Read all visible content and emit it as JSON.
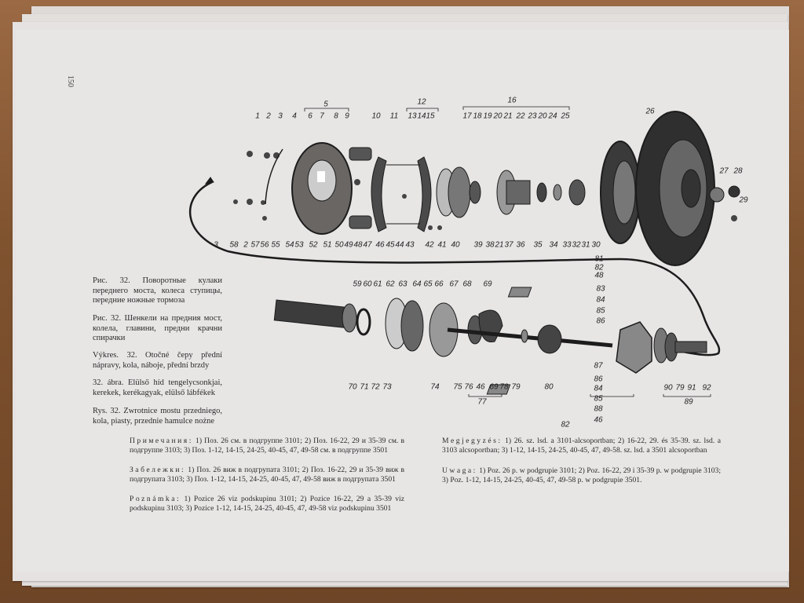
{
  "page_number": "150",
  "captions": [
    "Рис. 32. Поворотные кулаки переднего моста, колеса ступицы, передние ножные тормоза",
    "Рис. 32. Шенкели на предния мост, колела, главини, предни крачни спирачки",
    "Výkres. 32. Otočné čepy přední nápravy, kola, náboje, přední brzdy",
    "32. ábra. Elülső híd tengelycsonkjai, kerekek, kerékagyak, elülső lábfékek",
    "Rys. 32. Zwrotnice mostu przedniego, kola, piasty, przednie hamulce nożne"
  ],
  "notes_left": [
    {
      "lead": "Примечания:",
      "text": " 1) Поз. 26 см. в подгруппе 3101; 2) Поз. 16-22, 29 и 35-39 см. в подгруппе 3103; 3) Поз. 1-12, 14-15, 24-25, 40-45, 47, 49-58 см. в подгруппе 3501"
    },
    {
      "lead": "Забележки:",
      "text": " 1) Поз. 26 виж в подгрупата 3101; 2) Поз. 16-22, 29 и 35-39 виж в подгрупата 3103; 3) Поз. 1-12, 14-15, 24-25, 40-45, 47, 49-58 виж в подгрупата 3501"
    },
    {
      "lead": "Poznámka:",
      "text": " 1) Pozice 26 viz podskupinu 3101; 2) Pozice 16-22, 29 a 35-39 viz podskupinu 3103; 3) Pozice 1-12, 14-15, 24-25, 40-45, 47, 49-58 viz podskupinu 3501"
    }
  ],
  "notes_right": [
    {
      "lead": "Megjegyzés:",
      "text": " 1) 26. sz. lsd. a 3101-alcsoportban; 2) 16-22, 29. és 35-39. sz. lsd. a 3103 alcsoportban; 3) 1-12, 14-15, 24-25, 40-45, 47, 49-58. sz. lsd. a 3501 alcsoportban"
    },
    {
      "lead": "Uwaga:",
      "text": " 1) Poz. 26 p. w podgrupie 3101; 2) Poz. 16-22, 29 i 35-39 p. w podgrupie 3103; 3) Poz. 1-12, 14-15, 24-25, 40-45, 47, 49-58 p. w podgrupie 3501."
    }
  ],
  "callouts_upper": [
    "1",
    "2",
    "3",
    "4",
    "6",
    "7",
    "8",
    "9",
    "10",
    "11",
    "13",
    "14",
    "15",
    "17",
    "18",
    "19",
    "20",
    "21",
    "22",
    "23",
    "20",
    "24",
    "25",
    "26",
    "5",
    "12",
    "16",
    "27",
    "28",
    "29",
    "3",
    "58",
    "2",
    "57",
    "56",
    "55",
    "54",
    "53",
    "52",
    "51",
    "50",
    "49",
    "48",
    "47",
    "46",
    "45",
    "44",
    "43",
    "42",
    "41",
    "40",
    "39",
    "38",
    "21",
    "37",
    "36",
    "35",
    "34",
    "33",
    "32",
    "31",
    "30"
  ],
  "callouts_lower": [
    "59",
    "60",
    "61",
    "62",
    "63",
    "64",
    "65",
    "66",
    "67",
    "68",
    "69",
    "81",
    "82",
    "48",
    "83",
    "84",
    "85",
    "86",
    "70",
    "71",
    "72",
    "73",
    "74",
    "75",
    "76",
    "46",
    "69",
    "78",
    "79",
    "80",
    "77",
    "87",
    "86",
    "84",
    "85",
    "88",
    "46",
    "82",
    "90",
    "79",
    "91",
    "92",
    "89"
  ]
}
